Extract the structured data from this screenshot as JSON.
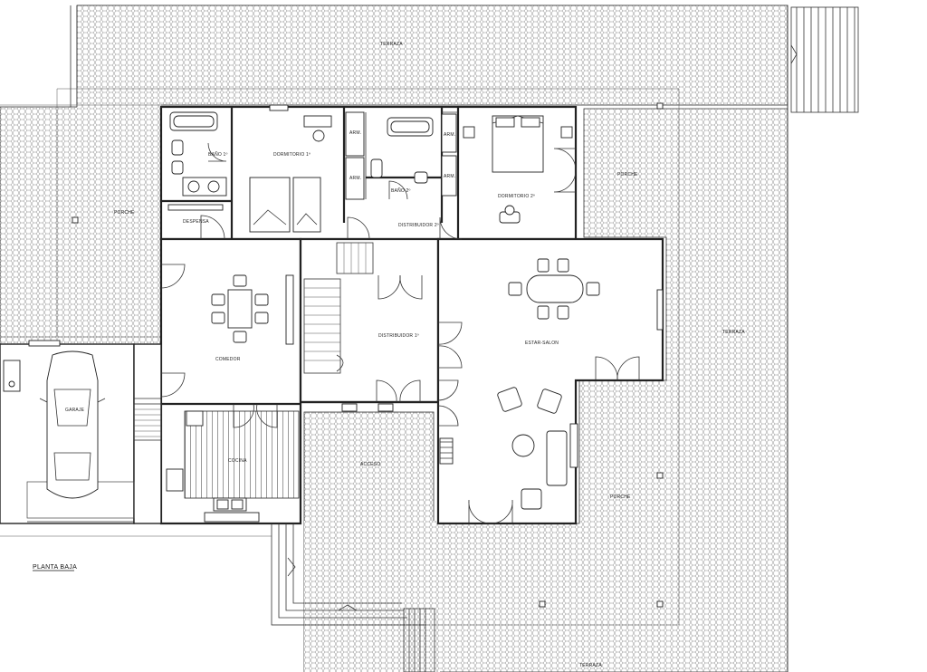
{
  "title": "PLANTA BAJA",
  "rooms": {
    "terraza_top": "TERRAZA",
    "bano1": "BAÑO 1º",
    "dormitorio1": "DORMITORIO 1º",
    "arm1": "ARM.",
    "arm2": "ARM.",
    "arm3": "ARM.",
    "arm4": "ARM.",
    "bano2": "BAÑO 2º",
    "dormitorio2": "DORMITORIO 2º",
    "porche_right": "PORCHE",
    "porche_left": "PORCHE",
    "despensa": "DESPENSA",
    "distribuidor2": "DISTRIBUIDOR 2º",
    "distribuidor1": "DISTRIBUIDOR 1º",
    "comedor": "COMEDOR",
    "estar_salon": "ESTAR-SALON",
    "terraza_right": "TERRAZA",
    "garaje": "GARAJE",
    "cocina": "COCINA",
    "acceso": "ACCESO",
    "porche_bottom": "PORCHE",
    "terraza_bottom": "TERRAZA"
  }
}
